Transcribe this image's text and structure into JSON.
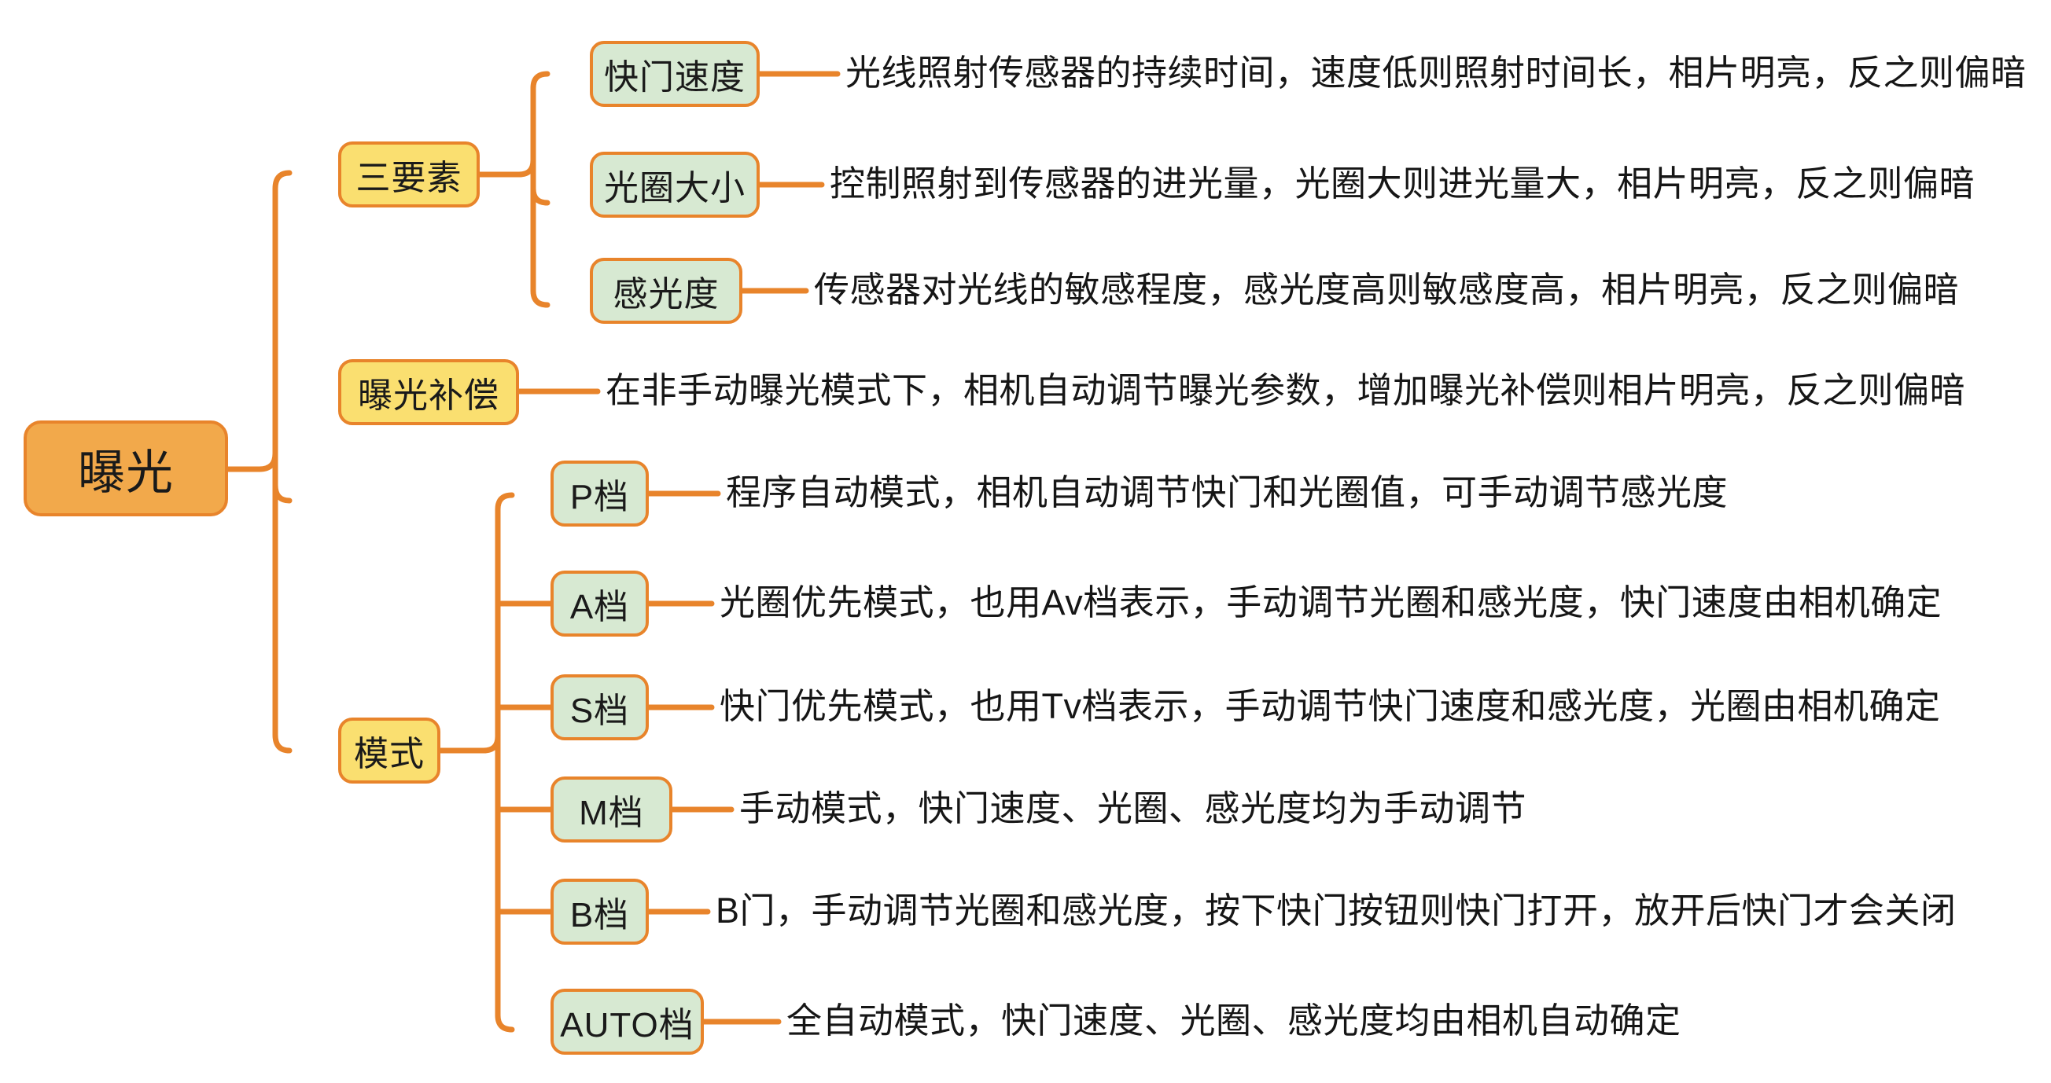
{
  "diagram": {
    "type": "mind-map",
    "title": "曝光",
    "accent_color": "#E8842B",
    "root_fill": "#F2A94B",
    "branch_fill": "#FADF70",
    "leaf_fill": "#D7E9D2",
    "background": "#FFFFFF"
  },
  "root": {
    "label": "曝光"
  },
  "branches": [
    {
      "label": "三要素"
    },
    {
      "label": "曝光补偿"
    },
    {
      "label": "模式"
    }
  ],
  "nodes": {
    "shutter_speed": {
      "label": "快门速度",
      "desc": "光线照射传感器的持续时间，速度低则照射时间长，相片明亮，反之则偏暗"
    },
    "aperture": {
      "label": "光圈大小",
      "desc": "控制照射到传感器的进光量，光圈大则进光量大，相片明亮，反之则偏暗"
    },
    "iso": {
      "label": "感光度",
      "desc": "传感器对光线的敏感程度，感光度高则敏感度高，相片明亮，反之则偏暗"
    },
    "ev": {
      "label": "曝光补偿",
      "desc": "在非手动曝光模式下，相机自动调节曝光参数，增加曝光补偿则相片明亮，反之则偏暗"
    },
    "mode_p": {
      "label": "P档",
      "desc": "程序自动模式，相机自动调节快门和光圈值，可手动调节感光度"
    },
    "mode_a": {
      "label": "A档",
      "desc": "光圈优先模式，也用Av档表示，手动调节光圈和感光度，快门速度由相机确定"
    },
    "mode_s": {
      "label": "S档",
      "desc": "快门优先模式，也用Tv档表示，手动调节快门速度和感光度，光圈由相机确定"
    },
    "mode_m": {
      "label": "M档",
      "desc": "手动模式，快门速度、光圈、感光度均为手动调节"
    },
    "mode_b": {
      "label": "B档",
      "desc": "B门，手动调节光圈和感光度，按下快门按钮则快门打开，放开后快门才会关闭"
    },
    "mode_auto": {
      "label": "AUTO档",
      "desc": "全自动模式，快门速度、光圈、感光度均由相机自动确定"
    }
  }
}
